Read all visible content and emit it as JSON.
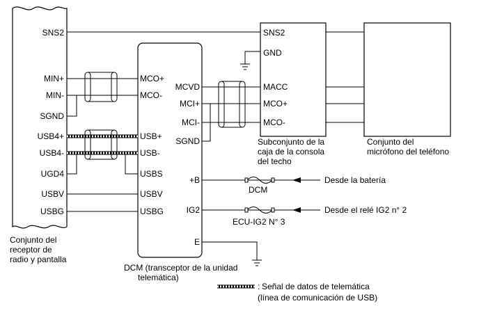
{
  "radio": {
    "pins": [
      "SNS2",
      "MIN+",
      "MIN-",
      "SGND",
      "USB4+",
      "USB4-",
      "UGD4",
      "USBV",
      "USBG"
    ],
    "caption": [
      "Conjunto del",
      "receptor de",
      "radio y pantalla"
    ]
  },
  "dcm": {
    "left_pins": [
      "MCO+",
      "MCO-",
      "USB+",
      "USB-",
      "USBS",
      "USBV",
      "USBG"
    ],
    "right_pins": [
      "MCVD",
      "MCI+",
      "MCI-",
      "SGND",
      "+B",
      "IG2",
      "E"
    ],
    "caption": [
      "DCM (transceptor de la unidad",
      "telemática)"
    ]
  },
  "console": {
    "pins": [
      "SNS2",
      "GND",
      "MACC",
      "MCO+",
      "MCO-"
    ],
    "caption": [
      "Subconjunto de la",
      "caja de la consola",
      "del techo"
    ]
  },
  "microphone": {
    "caption": [
      "Conjunto del",
      "micrófono del teléfono"
    ]
  },
  "fuses": {
    "dcm": "DCM",
    "ig2": "ECU-IG2 N° 3"
  },
  "sources": {
    "battery": "Desde la batería",
    "ig2_relay": "Desde el relé IG2 n° 2"
  },
  "legend": [
    "Señal de datos de telemática",
    "(línea de comunicación de USB)"
  ]
}
